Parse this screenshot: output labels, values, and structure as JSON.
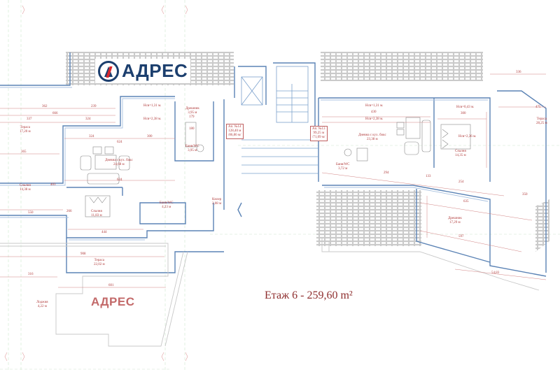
{
  "branding": {
    "logo_text": "АДРЕС",
    "watermark_text": "АДРЕС",
    "brand_color": "#1c3f6e",
    "accent_color": "#d9262c"
  },
  "floor": {
    "title": "Етаж 6 - 259,60 m²"
  },
  "apartments": [
    {
      "label": "Ап. №14",
      "area_total": "128,40 м",
      "area_net": "/86,86 м/"
    },
    {
      "label": "Ап. №13",
      "area_total": "99,25 м",
      "area_net": "/71,09 м/"
    }
  ],
  "rooms": [
    {
      "name": "Тераса",
      "area": "17,20 м"
    },
    {
      "name": "Спалня",
      "area": "14,38 м"
    },
    {
      "name": "Дневна с кух. бокс",
      "area": "24,68 м"
    },
    {
      "name": "Дрешник",
      "area": "3,95 м"
    },
    {
      "name": "Баня/WC",
      "area": "3,95 м"
    },
    {
      "name": "Спалня",
      "area": "11,83 м"
    },
    {
      "name": "Баня/WC",
      "area": "4,23 м"
    },
    {
      "name": "Килер",
      "area": "2,08 м"
    },
    {
      "name": "Тераса",
      "area": "22,02 м"
    },
    {
      "name": "Лоджия",
      "area": "4,22 м"
    },
    {
      "name": "Дневна с кух. бокс",
      "area": "23,38 м"
    },
    {
      "name": "Баня/WC",
      "area": "3,72 м"
    },
    {
      "name": "Спалня",
      "area": "14,35 м"
    },
    {
      "name": "Тераса",
      "area": "28,25 м"
    },
    {
      "name": "Дрешник",
      "area": "17,29 м"
    }
  ],
  "heights": {
    "h131_left": "Нсв=1,31 м.",
    "h238_left": "Нсв=2,38 м.",
    "h131_right": "Нсв=1,31 м.",
    "h238_right": "Нсв=2,38 м.",
    "h043": "Нсв=0,43 м.",
    "h236": "Нсв=2,36 м."
  },
  "dimensions": {
    "d362": "362",
    "d239": "239",
    "d666": "666",
    "d337": "337",
    "d324a": "324",
    "d324b": "324",
    "d624a": "624",
    "d624b": "624",
    "d365": "365",
    "d550": "550",
    "d444": "444",
    "d300a": "300",
    "d180": "180",
    "d179": "179",
    "d908": "908",
    "d316": "316",
    "d601": "601",
    "d430": "430",
    "d300b": "300",
    "d475": "475",
    "d336": "336",
    "d254": "254",
    "d133": "133",
    "d294": "294",
    "d635": "635",
    "d597": "597",
    "d350": "350",
    "d5483": "54,83",
    "d403": "403",
    "d266": "266"
  }
}
